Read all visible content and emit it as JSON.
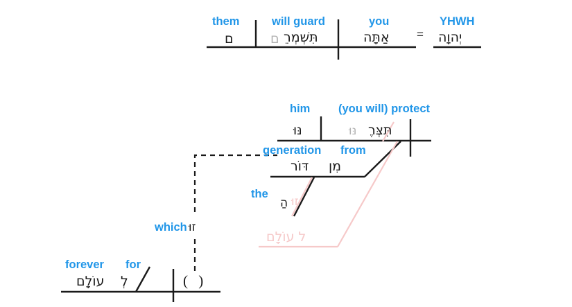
{
  "diagram": {
    "type": "hebrew-sentence-diagram",
    "colors": {
      "gloss": "#2196e8",
      "hebrew": "#1a1a1a",
      "hebrew_faded": "#b3b3b3",
      "ghost_pink": "#f6c9c9",
      "rule": "#1a1a1a"
    },
    "clause_main": {
      "gloss_them": "them",
      "heb_them": "ם",
      "gloss_will_guard": "will guard",
      "heb_will_guard": "תִּשְׁמְרֵ",
      "heb_will_guard_suffix": "ם",
      "gloss_you": "you",
      "heb_you": "אַתָּה",
      "equals": "=",
      "gloss_yhwh": "YHWH",
      "heb_yhwh": "יְהוָה"
    },
    "clause_second": {
      "gloss_him": "him",
      "heb_him": "נּוּ",
      "gloss_protect": "(you will) protect",
      "heb_protect": "תִּצְּרֶ",
      "heb_protect_suffix": "נּוּ",
      "gloss_generation": "generation",
      "heb_generation": "דּוֹר",
      "gloss_from": "from",
      "heb_from": "מִן",
      "gloss_the": "the",
      "heb_the": "הַ",
      "heb_ghost_zu": "זוּ",
      "heb_ghost_leolam": "ל עוֹלָם"
    },
    "clause_relative": {
      "gloss_which": "which",
      "heb_which": "זוּ",
      "gloss_forever": "forever",
      "heb_forever": "עוֹלָם",
      "gloss_for": "for",
      "heb_for": "לְ",
      "placeholder": "( )"
    }
  }
}
